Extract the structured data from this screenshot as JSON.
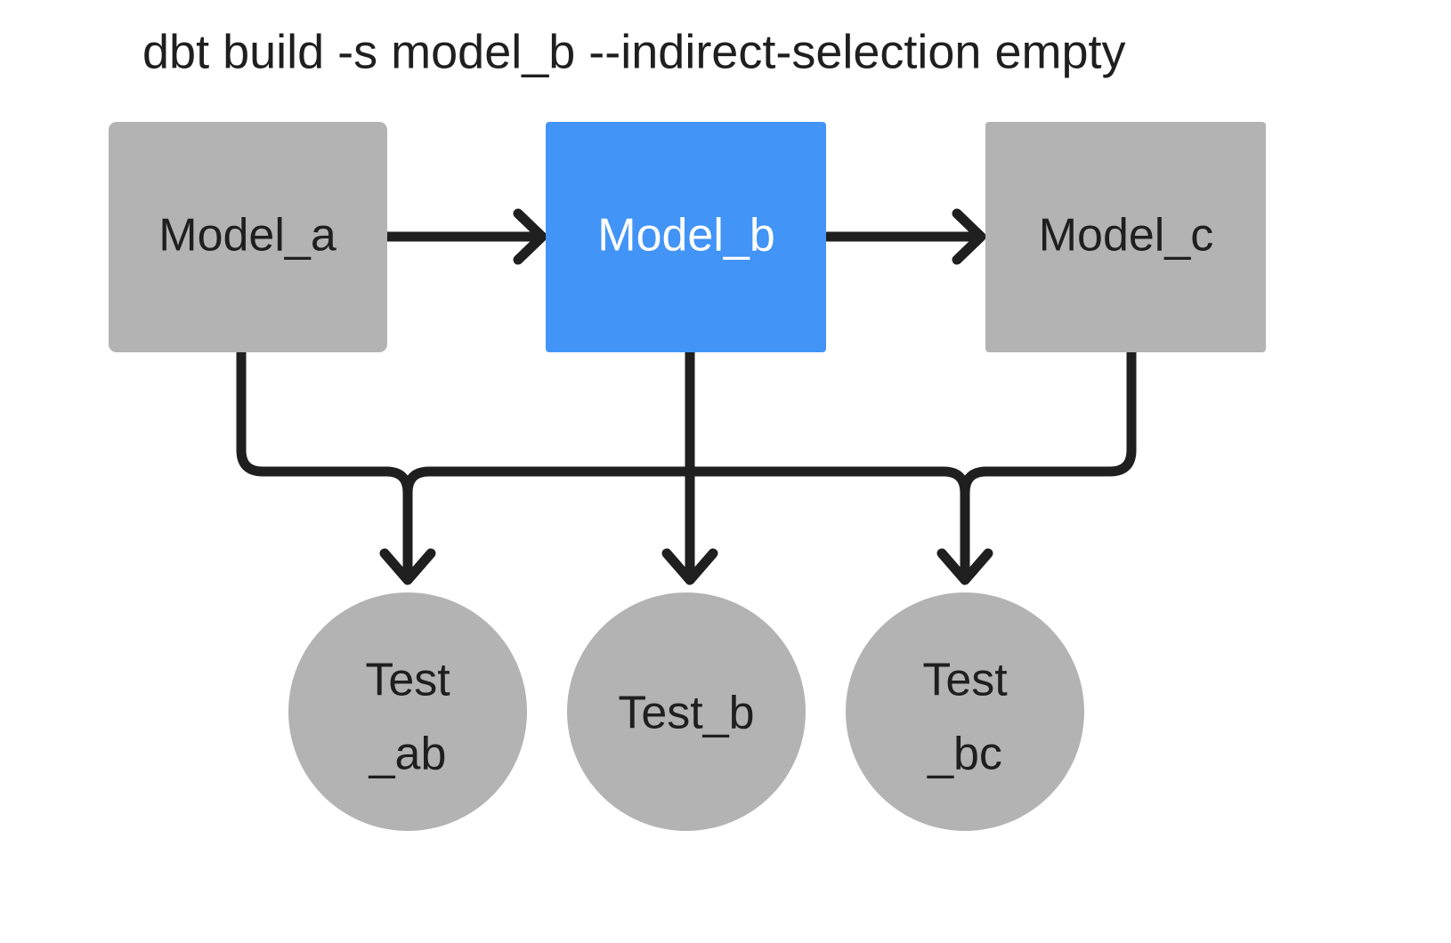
{
  "title": "dbt build -s model_b --indirect-selection empty",
  "colors": {
    "background": "#ffffff",
    "node_default": "#b3b3b3",
    "node_selected": "#4294f7",
    "edge": "#1f1f1f",
    "text_default": "#1f1f1f",
    "text_selected": "#ffffff"
  },
  "models": [
    {
      "id": "model_a",
      "label": "Model_a",
      "state": "default"
    },
    {
      "id": "model_b",
      "label": "Model_b",
      "state": "selected"
    },
    {
      "id": "model_c",
      "label": "Model_c",
      "state": "default"
    }
  ],
  "tests": [
    {
      "id": "test_ab",
      "line1": "Test",
      "line2": "_ab",
      "state": "default"
    },
    {
      "id": "test_b",
      "line1": "Test_b",
      "line2": "",
      "state": "default"
    },
    {
      "id": "test_bc",
      "line1": "Test",
      "line2": "_bc",
      "state": "default"
    }
  ],
  "edges": [
    {
      "from": "model_a",
      "to": "model_b",
      "kind": "horizontal-arrow"
    },
    {
      "from": "model_b",
      "to": "model_c",
      "kind": "horizontal-arrow"
    },
    {
      "from": "model_a",
      "to": "test_ab",
      "kind": "elbow-arrow"
    },
    {
      "from": "model_b",
      "to": "test_b",
      "kind": "straight-arrow"
    },
    {
      "from": "model_b",
      "to": "test_ab",
      "kind": "elbow-arrow"
    },
    {
      "from": "model_c",
      "to": "test_bc",
      "kind": "elbow-arrow"
    },
    {
      "from": "model_b",
      "to": "test_bc",
      "kind": "elbow-arrow"
    }
  ]
}
